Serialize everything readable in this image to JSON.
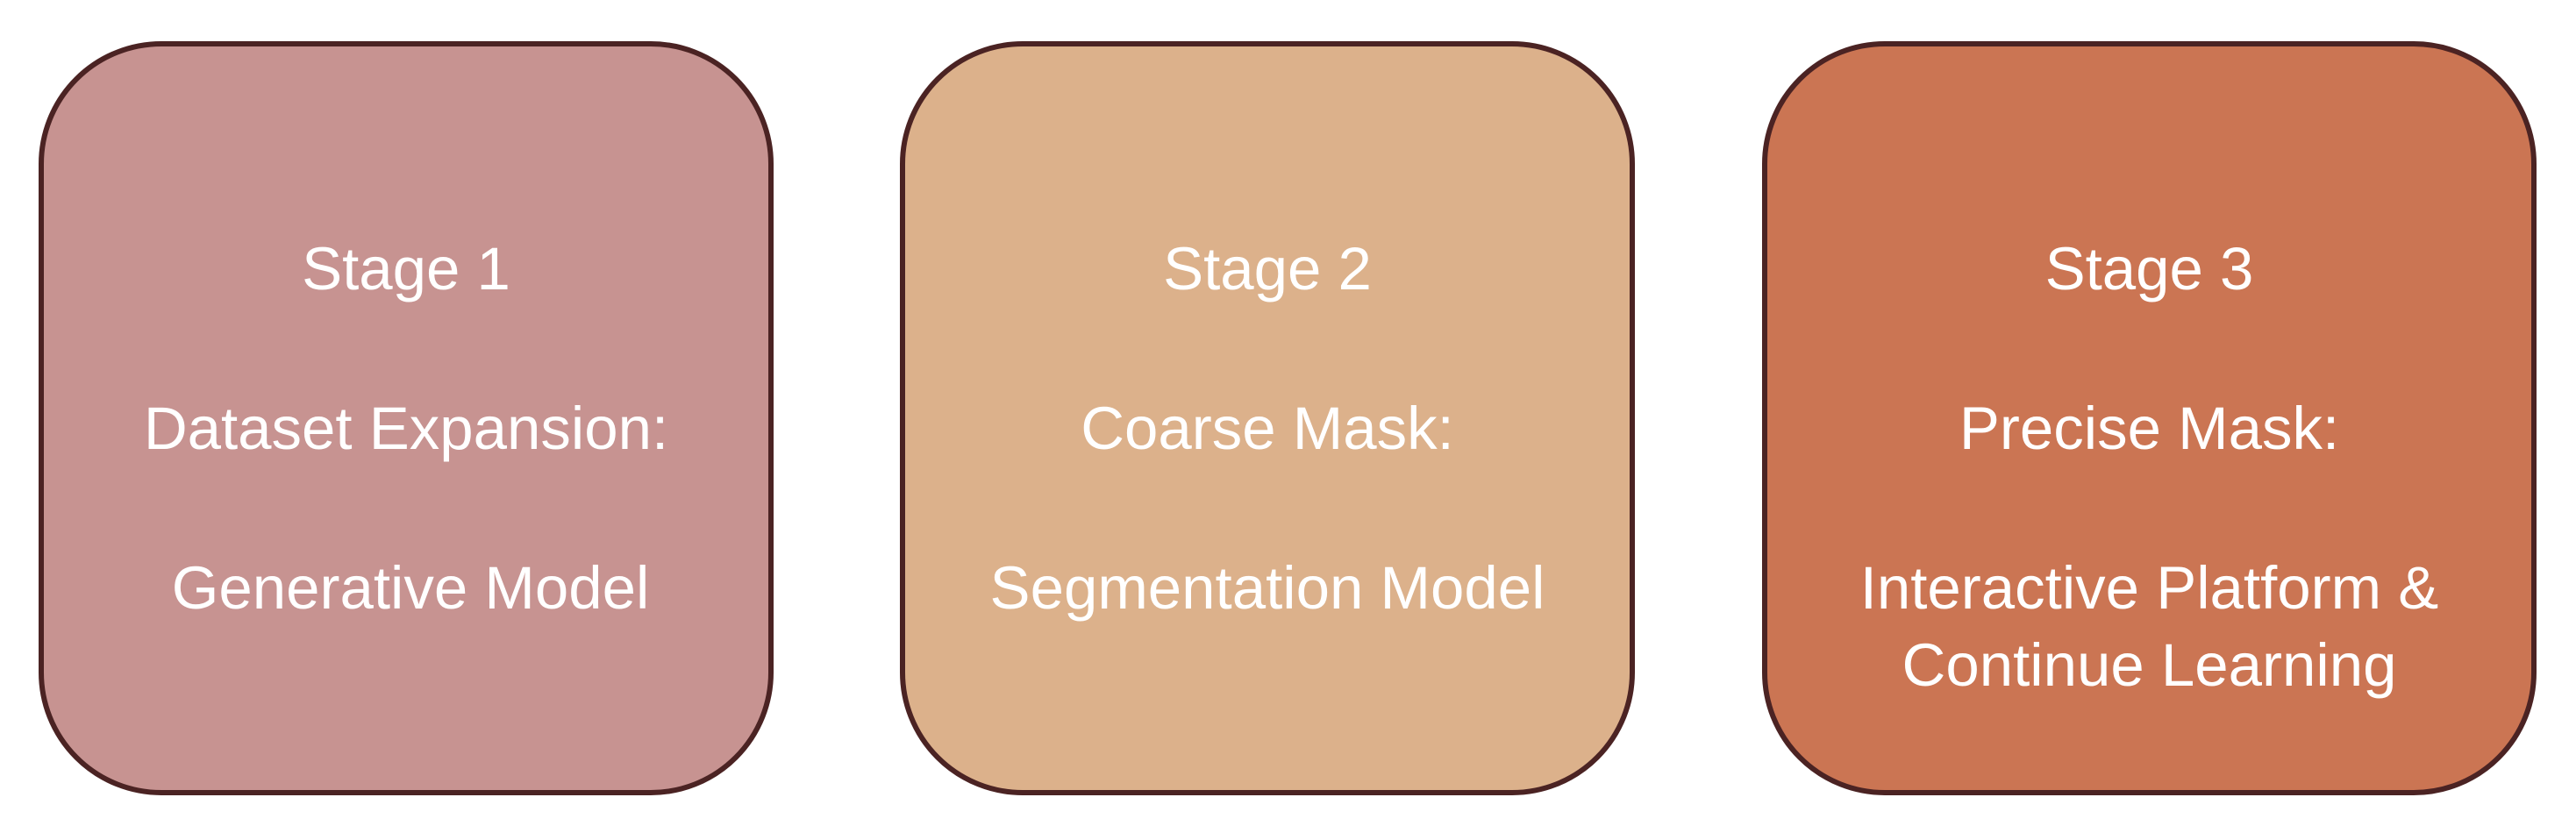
{
  "stages": [
    {
      "title": "Stage 1",
      "label": "Dataset Expansion:",
      "description": [
        "Generative Model"
      ],
      "color": "#c79391"
    },
    {
      "title": "Stage 2",
      "label": "Coarse Mask:",
      "description": [
        "Segmentation Model"
      ],
      "color": "#dcb18b"
    },
    {
      "title": "Stage 3",
      "label": "Precise Mask:",
      "description": [
        "Interactive Platform &",
        "Continue Learning"
      ],
      "color": "#cb7553"
    }
  ],
  "border_color": "#4b2323"
}
